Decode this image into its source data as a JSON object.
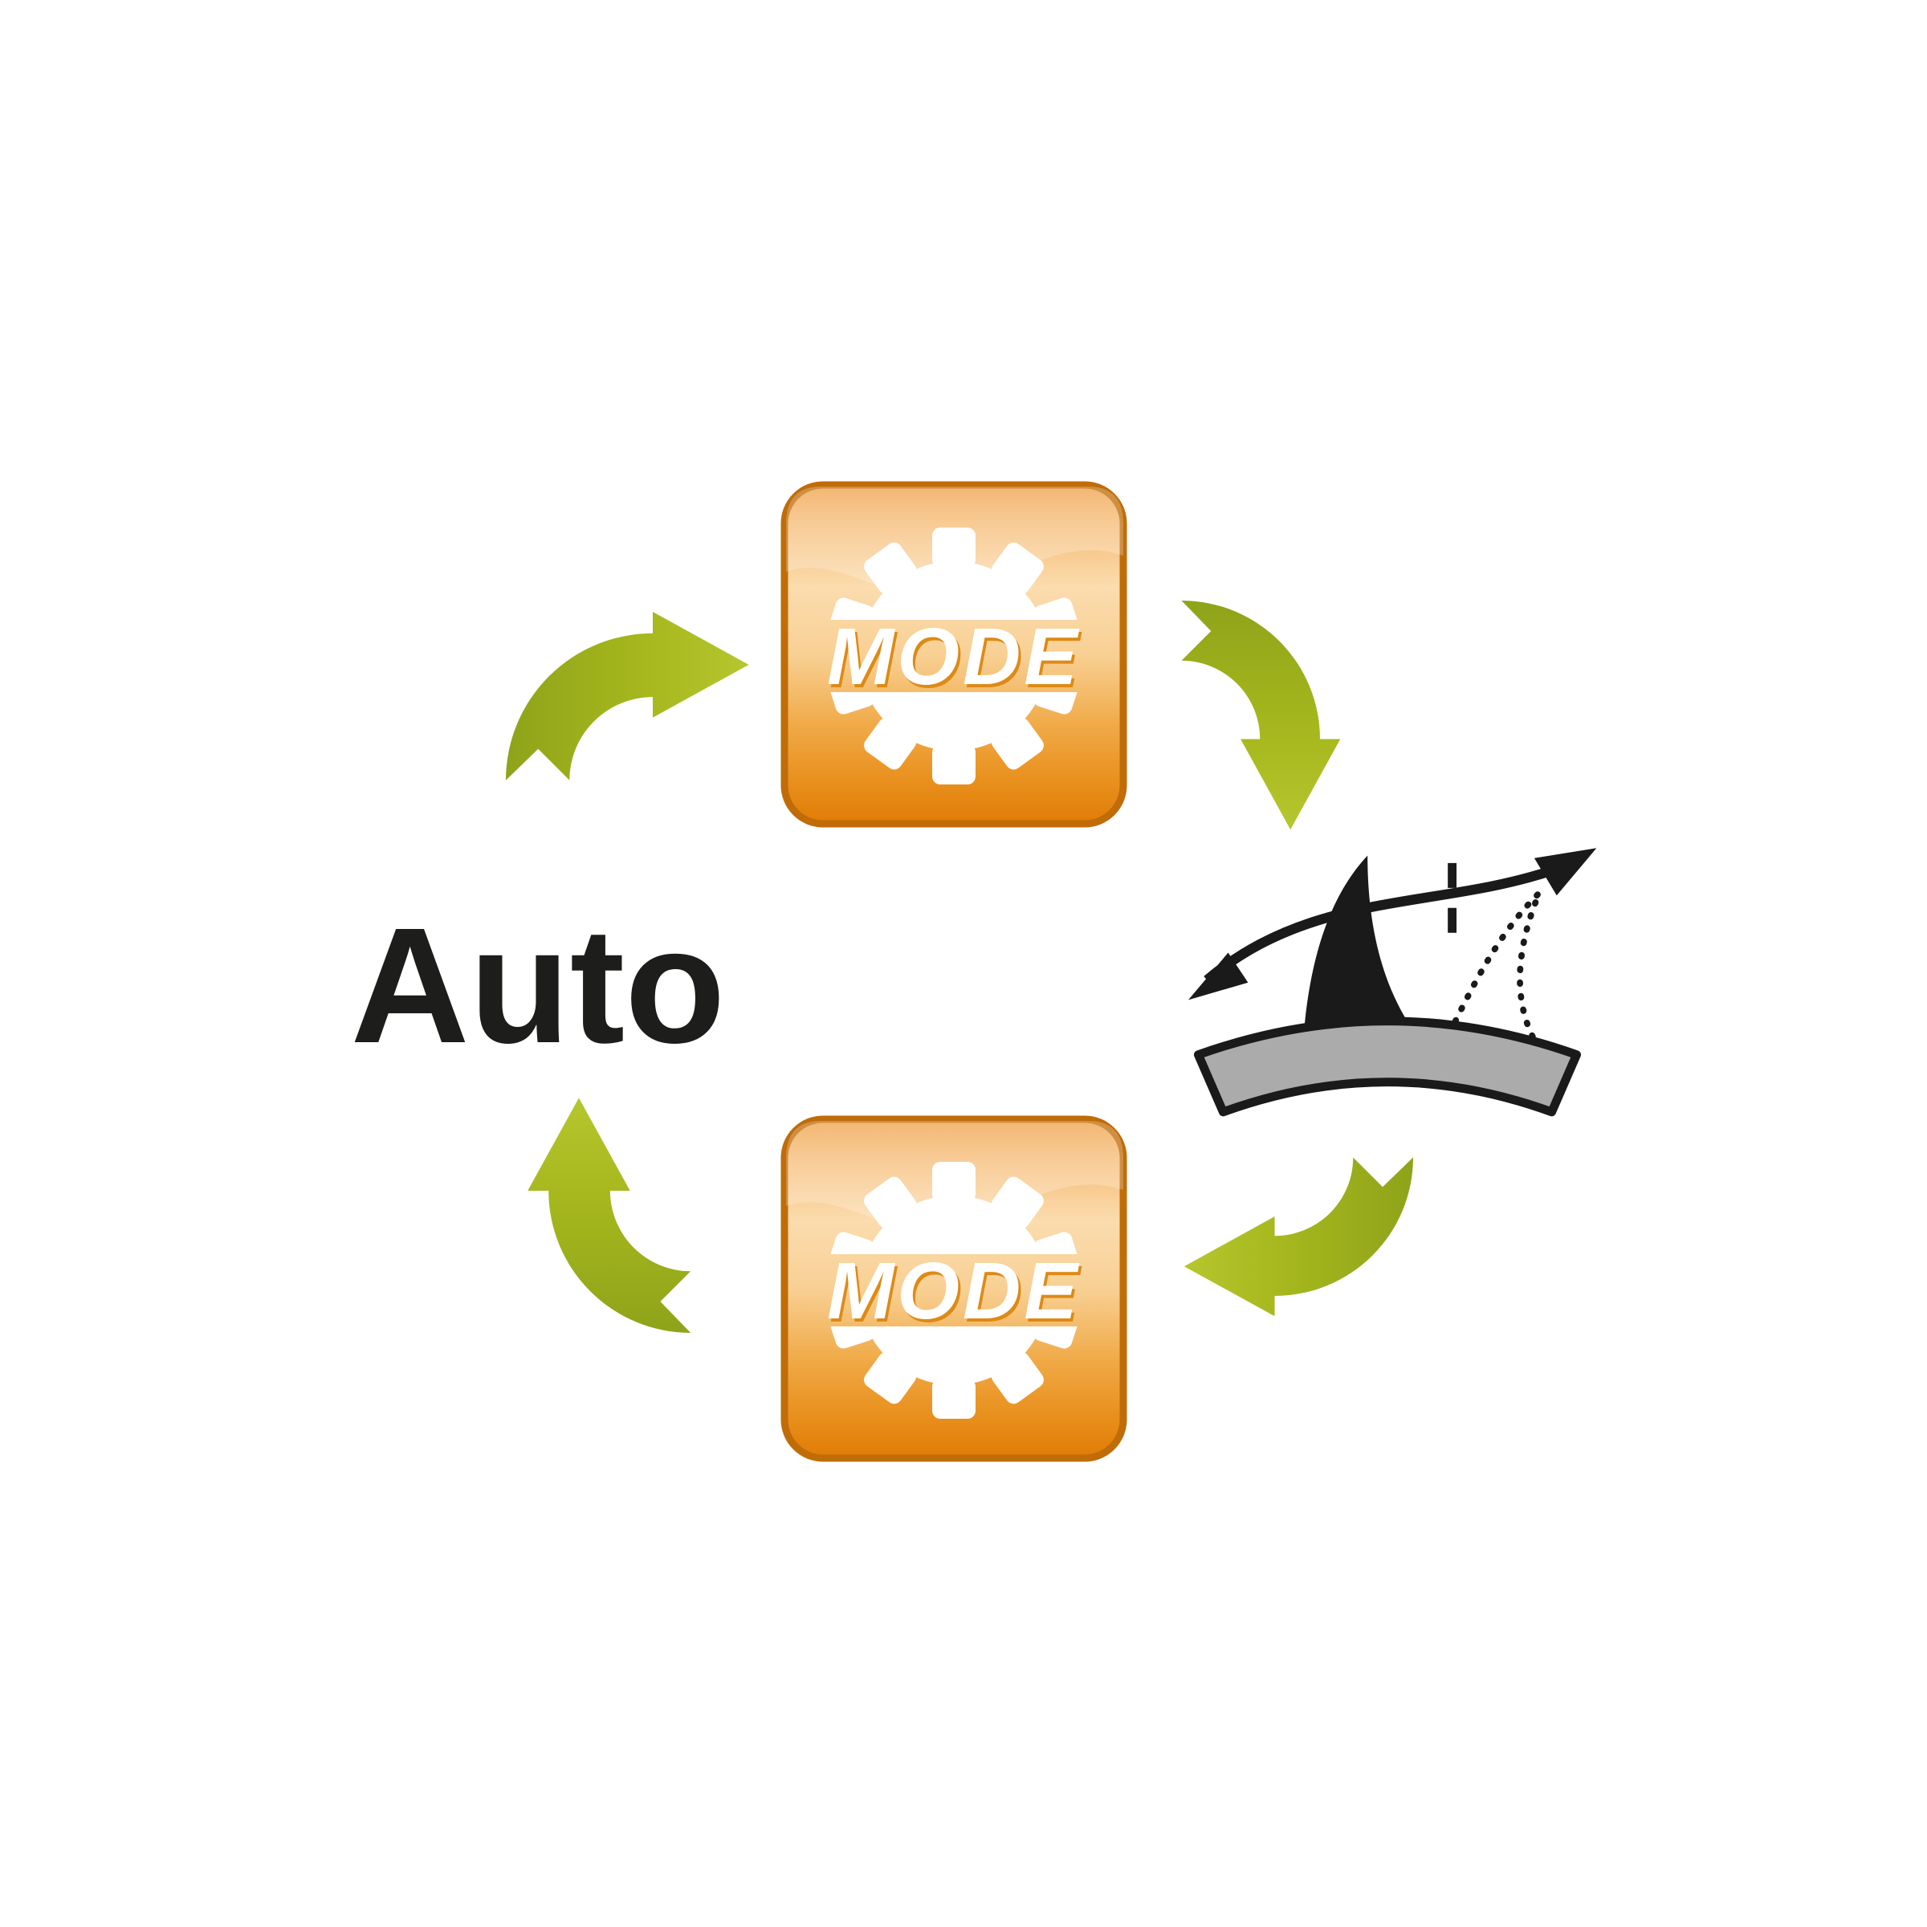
{
  "diagram": {
    "auto_label": "Auto",
    "buttons": {
      "mode_top": {
        "label": "MODE"
      },
      "mode_bottom": {
        "label": "MODE"
      }
    },
    "icons": {
      "gear_top": "gear-icon",
      "gear_bottom": "gear-icon",
      "lever_gauge": "lever-position-gauge-icon",
      "arrow_cycle": [
        "curved-arrow-to-right-icon",
        "curved-arrow-to-down-icon",
        "curved-arrow-to-left-icon",
        "curved-arrow-to-up-icon"
      ]
    },
    "colors": {
      "arrow_green_dark": "#8fa31a",
      "arrow_green_light": "#b6c62e",
      "button_orange_dark": "#e07c06",
      "button_orange_light": "#fbdcae",
      "button_border": "#c06c08",
      "mode_text": "#ffffff",
      "auto_text": "#1d1d1b",
      "gauge_black": "#1a1a1a",
      "gauge_base_gray": "#ababab",
      "background": "#ffffff"
    }
  }
}
